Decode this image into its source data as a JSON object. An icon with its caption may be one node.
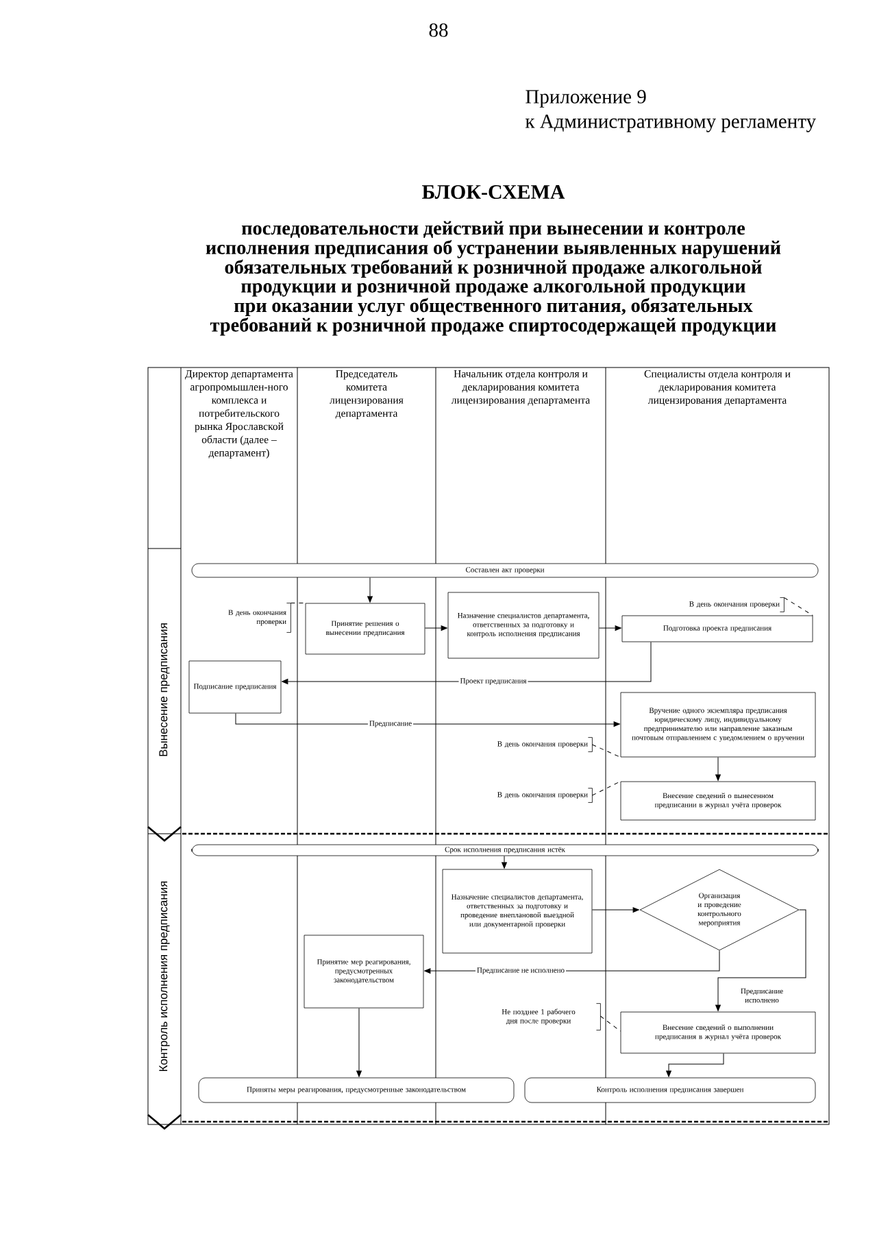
{
  "diagram": {
    "title": "БЛОК-СХЕМА",
    "nodes": [
      {
        "text": [
          "Директор департамента агропромышлен-ного комплекса и потребительского рынка Ярославской области (далее – департамент)"
        ]
      },
      {
        "text": [
          "Председатель комитета лицензирования департамента"
        ]
      },
      {
        "text": [
          "Начальник отдела контроля и декларирования комитета лицензирования департамента"
        ]
      },
      {
        "text": [
          "Специалисты отдела контроля и декларирования комитета лицензирования департамента"
        ]
      },
      {
        "text": [
          "Вынесение предписания"
        ]
      },
      {
        "text": [
          "Контроль исполнения предписания"
        ]
      },
      {
        "text": [
          "Составлен акт проверки"
        ]
      },
      {
        "text": [
          "Принятие решения о вынесении предписания"
        ]
      },
      {
        "text": [
          "Назначение специалистов департамента, ответственных за подготовку и контроль исполнения предписания"
        ]
      },
      {
        "text": [
          "Подготовка проекта предписания"
        ]
      },
      {
        "text": [
          "Подписание предписания"
        ]
      },
      {
        "text": [
          "Вручение одного экземпляра предписания юридическому лицу, индивидуальному предпринимателю или направление заказным почтовым отправлением с уведомлением о вручении"
        ]
      },
      {
        "text": [
          "Внесение сведений о вынесенном предписании в журнал учёта проверок"
        ]
      },
      {
        "text": [
          "В день окончания проверки"
        ]
      },
      {
        "text": [
          "В день окончания проверки"
        ]
      },
      {
        "text": [
          "В день окончания проверки"
        ]
      },
      {
        "text": [
          "В день окончания проверки"
        ]
      },
      {
        "text": [
          "Срок исполнения предписания истёк"
        ]
      },
      {
        "text": [
          "Назначение специалистов департамента, ответственных за подготовку и проведение внеплановой выездной или документарной проверки"
        ]
      },
      {
        "text": [
          "Организация и проведение контрольного мероприятия"
        ]
      },
      {
        "text": [
          "Принятие мер реагирования, предусмотренных законодательством"
        ]
      },
      {
        "text": [
          "Не позднее 1 рабочего дня после проверки"
        ]
      },
      {
        "text": [
          "Внесение сведений о выполнении предписания в журнал учёта проверок"
        ]
      },
      {
        "text": [
          "Приняты меры реагирования, предусмотренные законодательством"
        ]
      },
      {
        "text": [
          "Контроль исполнения предписания завершен"
        ]
      }
    ],
    "edges": [
      {
        "from": 6,
        "to": 7,
        "arrow": "to"
      },
      {
        "from": 7,
        "to": 8,
        "arrow": "to"
      },
      {
        "from": 8,
        "to": 9,
        "arrow": "to"
      },
      {
        "from": 9,
        "to": 10,
        "arrow": "to",
        "label": "Проект предписания"
      },
      {
        "from": 10,
        "to": 11,
        "arrow": "to",
        "label": "Предписание"
      },
      {
        "from": 11,
        "to": 12,
        "arrow": "to"
      },
      {
        "from": 13,
        "to": 7,
        "arrow": "none",
        "style": "dashed"
      },
      {
        "from": 14,
        "to": 9,
        "arrow": "none",
        "style": "dashed"
      },
      {
        "from": 15,
        "to": 11,
        "arrow": "none",
        "style": "dashed"
      },
      {
        "from": 16,
        "to": 12,
        "arrow": "none",
        "style": "dashed"
      },
      {
        "from": 17,
        "to": 18,
        "arrow": "to"
      },
      {
        "from": 18,
        "to": 19,
        "arrow": "to"
      },
      {
        "from": 19,
        "to": 20,
        "arrow": "to",
        "label": "Предписание не исполнено"
      },
      {
        "from": 19,
        "to": 22,
        "arrow": "to",
        "label": "Предписание исполнено"
      },
      {
        "from": 21,
        "to": 22,
        "arrow": "none",
        "style": "dashed"
      },
      {
        "from": 20,
        "to": 23,
        "arrow": "to"
      },
      {
        "from": 22,
        "to": 24,
        "arrow": "to"
      }
    ],
    "labels": [
      "88",
      "Приложение 9",
      "к Административному регламенту",
      "последовательности действий при вынесении и контроле исполнения предписания об устранении выявленных нарушений обязательных требований к розничной продаже алкогольной продукции и розничной продаже алкогольной продукции при оказании услуг общественного питания, обязательных требований к розничной продаже спиртосодержащей продукции"
    ]
  }
}
